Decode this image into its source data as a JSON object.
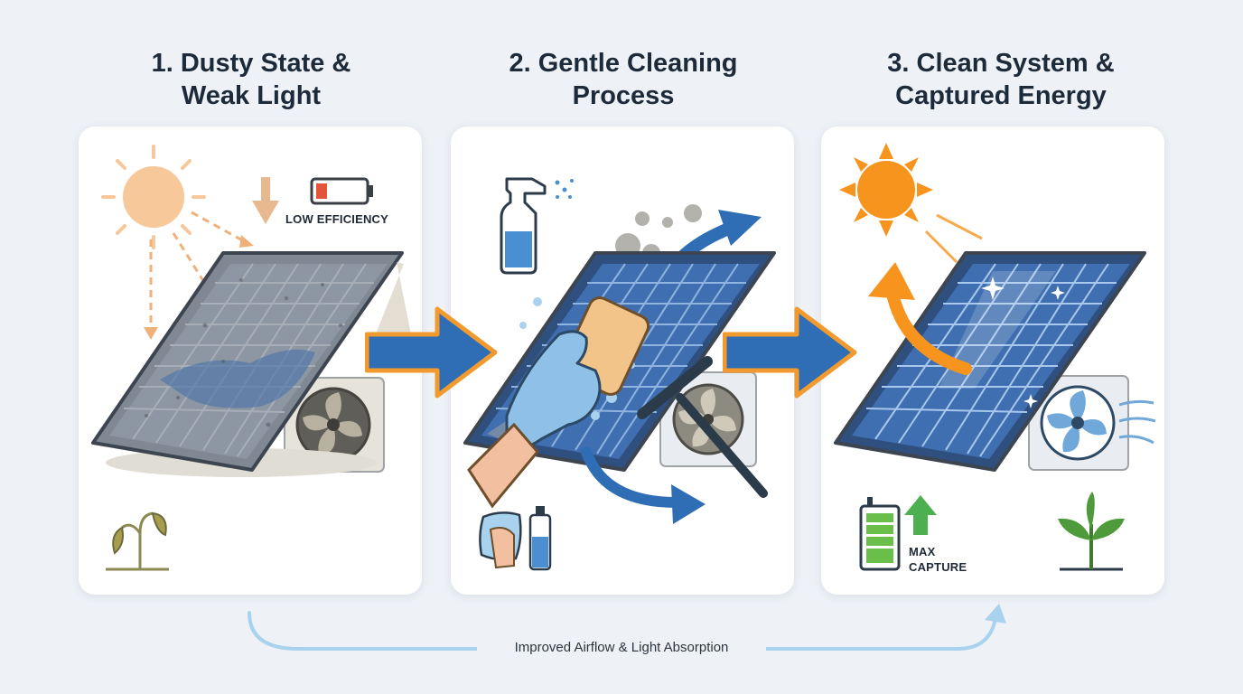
{
  "steps": [
    {
      "title_line1": "1. Dusty State &",
      "title_line2": "Weak Light",
      "badge": "LOW EFFICIENCY"
    },
    {
      "title_line1": "2. Gentle Cleaning",
      "title_line2": "Process"
    },
    {
      "title_line1": "3. Clean System &",
      "title_line2": "Captured Energy",
      "badge_line1": "MAX",
      "badge_line2": "CAPTURE"
    }
  ],
  "footer": {
    "caption": "Improved Airflow & Light Absorption"
  },
  "colors": {
    "title": "#1d2a3a",
    "flow_arrow": "#2f6eb5",
    "flow_arrow_outline": "#f29a2e",
    "panel_clean": "#3f6fb0",
    "panel_dusty": "#8d96a3",
    "sun_weak": "#f6c89a",
    "sun_strong": "#f7941d",
    "battery_low": "#e2553b",
    "battery_full": "#6abf4b",
    "plant_healthy": "#4f9a3a",
    "plant_wilted": "#8c8a52",
    "glove": "#8fc1e8",
    "footer_arrow": "#a8d2ee"
  },
  "icons": [
    "sun-icon",
    "battery-low-icon",
    "down-arrow-icon",
    "solar-panel-icon",
    "fan-icon",
    "wilted-plant-icon",
    "spray-bottle-icon",
    "sponge-icon",
    "squeegee-icon",
    "cloth-icon",
    "battery-full-icon",
    "up-arrow-icon",
    "healthy-plant-icon"
  ]
}
